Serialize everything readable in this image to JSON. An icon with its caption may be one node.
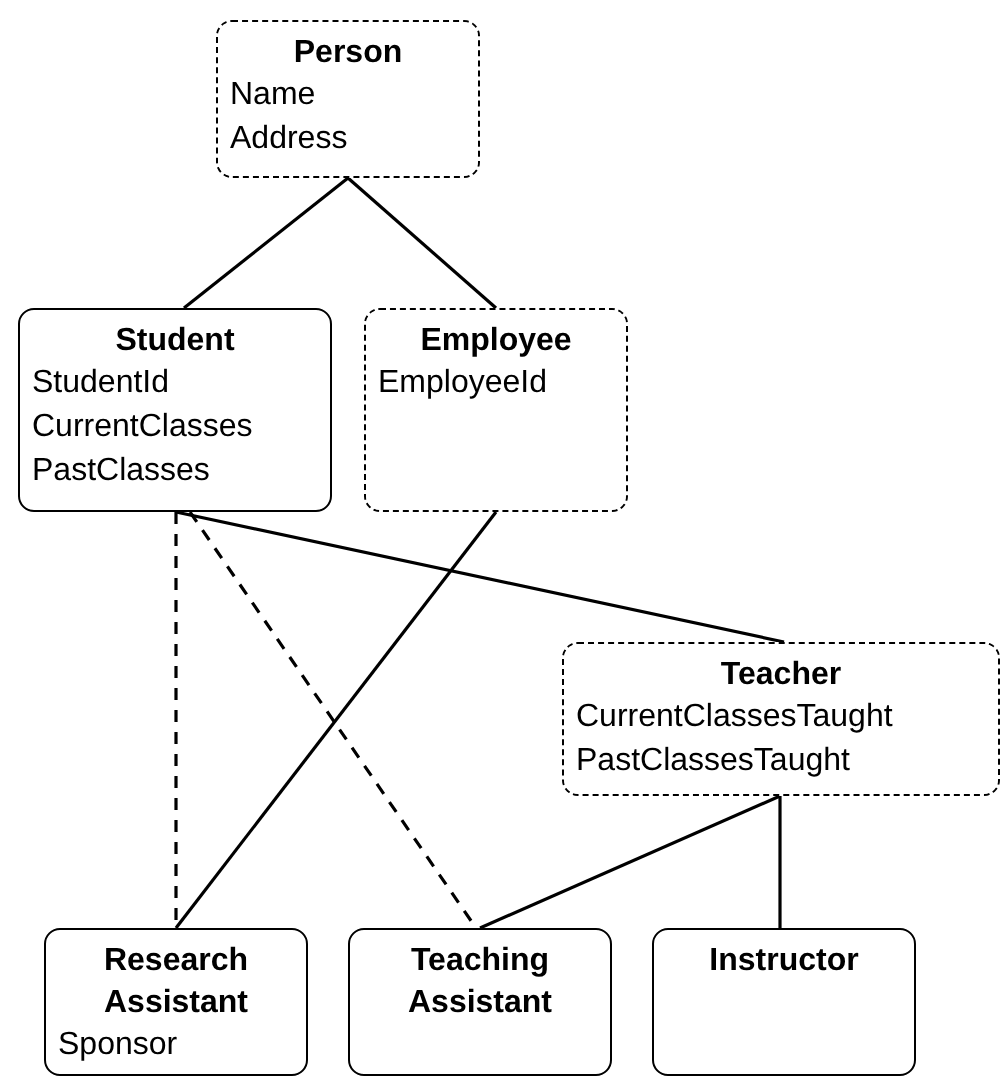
{
  "diagram": {
    "nodes": [
      {
        "text": [
          "Person",
          "Name",
          "Address"
        ]
      },
      {
        "text": [
          "Student",
          "StudentId",
          "CurrentClasses",
          "PastClasses"
        ]
      },
      {
        "text": [
          "Employee",
          "EmployeeId"
        ]
      },
      {
        "text": [
          "Teacher",
          "CurrentClassesTaught",
          "PastClassesTaught"
        ]
      },
      {
        "text": [
          "Research Assistant",
          "Sponsor"
        ]
      },
      {
        "text": [
          "Teaching Assistant"
        ]
      },
      {
        "text": [
          "Instructor"
        ]
      }
    ],
    "edges": [
      {
        "from": 0,
        "to": 1,
        "arrow": "none"
      },
      {
        "from": 0,
        "to": 2,
        "arrow": "none"
      },
      {
        "from": 1,
        "to": 3,
        "arrow": "none"
      },
      {
        "from": 1,
        "to": 4,
        "arrow": "none",
        "style": "dashed"
      },
      {
        "from": 1,
        "to": 5,
        "arrow": "none",
        "style": "dashed"
      },
      {
        "from": 2,
        "to": 4,
        "arrow": "none"
      },
      {
        "from": 3,
        "to": 5,
        "arrow": "none"
      },
      {
        "from": 3,
        "to": 6,
        "arrow": "none"
      }
    ]
  }
}
